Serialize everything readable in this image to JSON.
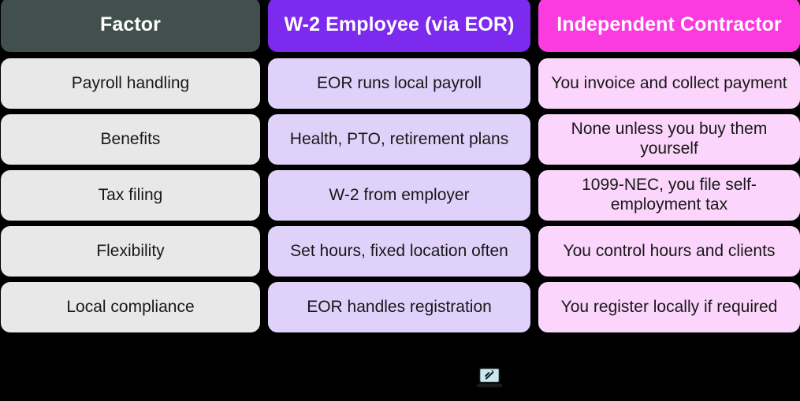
{
  "table": {
    "columns": [
      {
        "id": "factor",
        "label": "Factor",
        "header_bg": "#41504D",
        "cell_bg": "#E8E8E8"
      },
      {
        "id": "employee",
        "label": "W-2 Employee (via EOR)",
        "header_bg": "#7C2AEE",
        "cell_bg": "#E0D1FA"
      },
      {
        "id": "contract",
        "label": "Independent Contractor",
        "header_bg": "#FB3AE0",
        "cell_bg": "#FBD5FB"
      }
    ],
    "rows": [
      {
        "factor": "Payroll handling",
        "employee": "EOR runs local payroll",
        "contract": "You invoice and collect payment"
      },
      {
        "factor": "Benefits",
        "employee": "Health, PTO, retirement plans",
        "contract": "None unless you buy them yourself"
      },
      {
        "factor": "Tax filing",
        "employee": "W-2 from employer",
        "contract": "1099-NEC, you file self-employment tax"
      },
      {
        "factor": "Flexibility",
        "employee": "Set hours, fixed location often",
        "contract": "You control hours and clients"
      },
      {
        "factor": "Local compliance",
        "employee": "EOR handles registration",
        "contract": "You register locally if required"
      }
    ]
  },
  "footer": {
    "icon": "laptop-icon",
    "icon_screen_color": "#C8E9F2",
    "icon_body_color": "#1B1B1B"
  },
  "theme": {
    "background": "#000000",
    "header_text_color": "#FFFFFF",
    "cell_text_color": "#181818"
  }
}
